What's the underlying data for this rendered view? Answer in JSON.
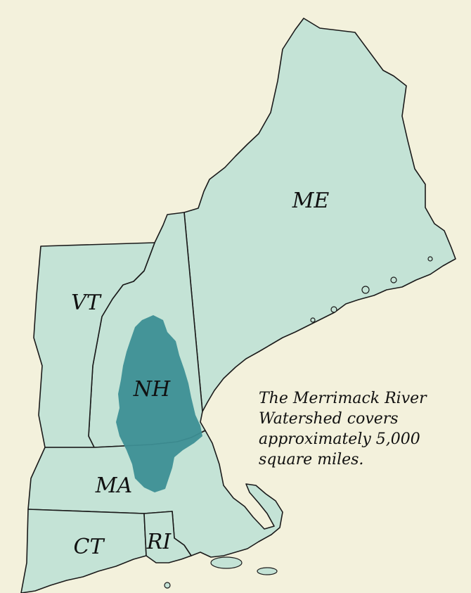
{
  "states": [
    {
      "id": "ME",
      "label": "ME"
    },
    {
      "id": "VT",
      "label": "VT"
    },
    {
      "id": "NH",
      "label": "NH"
    },
    {
      "id": "MA",
      "label": "MA"
    },
    {
      "id": "CT",
      "label": "CT"
    },
    {
      "id": "RI",
      "label": "RI"
    }
  ],
  "caption": {
    "lines": [
      "The Merrimack River",
      "Watershed covers",
      "approximately 5,000",
      "square miles."
    ]
  },
  "colors": {
    "background": "#f3f1dc",
    "land": "#c4e3d6",
    "watershed": "#3d8f95",
    "border": "#1a1a1a"
  }
}
